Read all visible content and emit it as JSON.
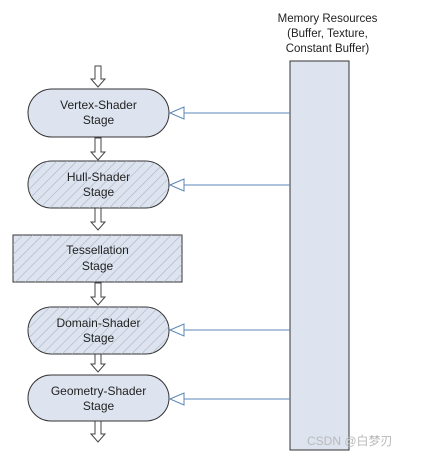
{
  "diagram": {
    "memory_resources": {
      "title": "Memory Resources",
      "subtitle_line1": "(Buffer, Texture,",
      "subtitle_line2": "Constant Buffer)"
    },
    "stages": [
      {
        "line1": "Vertex-Shader",
        "line2": "Stage",
        "shape": "rounded",
        "hatched": false,
        "reads_memory": true
      },
      {
        "line1": "Hull-Shader",
        "line2": "Stage",
        "shape": "rounded",
        "hatched": true,
        "reads_memory": true
      },
      {
        "line1": "Tessellation",
        "line2": "Stage",
        "shape": "rectangle",
        "hatched": true,
        "reads_memory": false
      },
      {
        "line1": "Domain-Shader",
        "line2": "Stage",
        "shape": "rounded",
        "hatched": true,
        "reads_memory": true
      },
      {
        "line1": "Geometry-Shader",
        "line2": "Stage",
        "shape": "rounded",
        "hatched": false,
        "reads_memory": true
      }
    ],
    "colors": {
      "stage_fill": "#dde4ef",
      "stage_border": "#333333",
      "hatch": "#a9b4c6",
      "connector": "#5b87b8",
      "memory_fill": "#dde4ef"
    }
  },
  "watermark": "CSDN @白梦刃"
}
